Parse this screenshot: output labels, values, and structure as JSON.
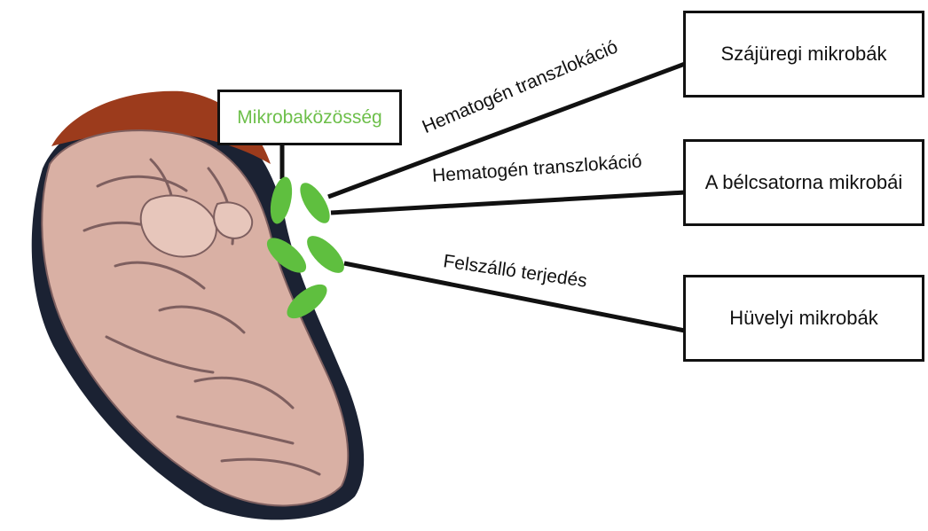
{
  "colors": {
    "microbe_green": "#5fbf3f",
    "line": "#111111",
    "community_text": "#6dbf4a",
    "hair": "#9c3b1c",
    "skin": "#d9b0a4",
    "skin_shadow": "#7e5f5f",
    "outline_dark": "#1b2233"
  },
  "icons": {
    "fetus": "fetus-illustration",
    "microbe": "microbe-ellipse"
  },
  "community": {
    "label": "Mikrobaközösség"
  },
  "sources": [
    {
      "label": "Szájüregi mikrobák"
    },
    {
      "label": "A bélcsatorna mikrobái"
    },
    {
      "label": "Hüvelyi mikrobák"
    }
  ],
  "routes": [
    {
      "label": "Hematogén transzlokáció"
    },
    {
      "label": "Hematogén transzlokáció"
    },
    {
      "label": "Felszálló terjedés"
    }
  ]
}
